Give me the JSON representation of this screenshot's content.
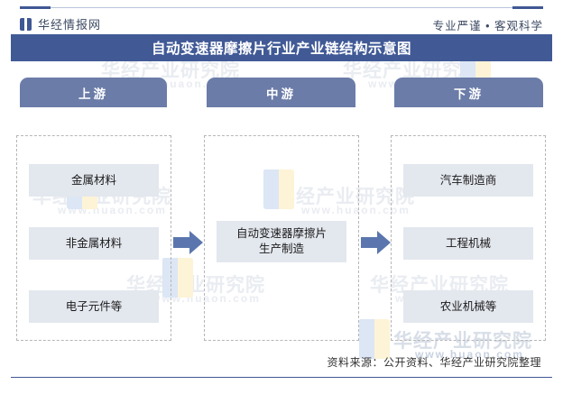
{
  "header": {
    "brand_logo_icon": "book-icon",
    "brand_name": "华经情报网",
    "tagline": "专业严谨 • 客观科学"
  },
  "title": "自动变速器摩擦片行业产业链结构示意图",
  "columns": [
    {
      "key": "upstream",
      "head": "上游",
      "items": [
        "金属材料",
        "非金属材料",
        "电子元件等"
      ]
    },
    {
      "key": "midstream",
      "head": "中游",
      "items": [
        "自动变速器摩擦片",
        "生产制造"
      ]
    },
    {
      "key": "downstream",
      "head": "下游",
      "items": [
        "汽车制造商",
        "工程机械",
        "农业机械等"
      ]
    }
  ],
  "arrows": {
    "upstream_to_midstream_icon": "arrow-right-icon",
    "midstream_to_downstream_icon": "arrow-right-icon"
  },
  "footer": {
    "source": "资料来源：公开资料、华经产业研究院整理"
  },
  "watermark": {
    "text_cn": "华经产业研究院",
    "text_url": "www.huaon.com",
    "logo_icon": "book-icon"
  },
  "colors": {
    "title_bar": "#415A96",
    "column_head": "#6B7CA8",
    "chip_bg": "#e3e7ee",
    "arrow": "#5B76AE",
    "dashed_border": "#b6b6b6",
    "rule": "#3f5894"
  }
}
